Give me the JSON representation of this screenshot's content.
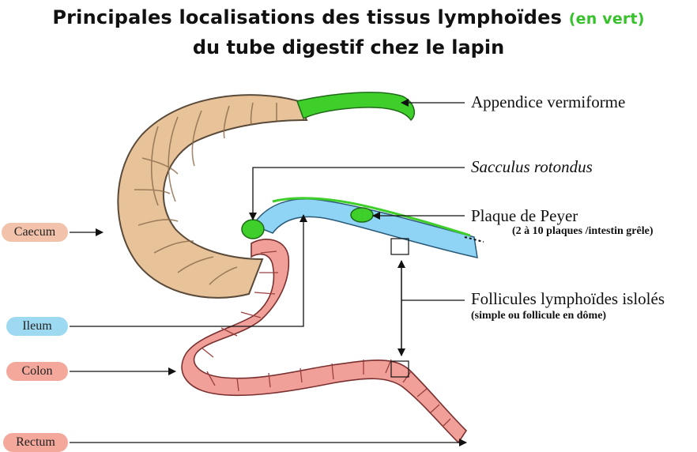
{
  "title": {
    "line1": "Principales localisations des tissus lymphoïdes",
    "line1_green": "(en vert)",
    "line2": "du tube digestif chez le lapin"
  },
  "labels": {
    "appendix": "Appendice vermiforme",
    "sacculus": "Sacculus rotondus",
    "peyer": "Plaque de Peyer",
    "peyer_sub": "(2 à 10 plaques /intestin grêle)",
    "follicles": "Follicules lymphoïdes islolés",
    "follicles_sub": "(simple ou follicule en dôme)"
  },
  "side_labels": {
    "caecum": "Caecum",
    "ileum": "Ileum",
    "colon": "Colon",
    "rectum": "Rectum"
  },
  "colors": {
    "lymphoid": "#3fcf2a",
    "caecum": "#e8c39a",
    "ileum": "#8fd3f5",
    "colon": "#f0a098",
    "caecum_pill": "#f2c2aa",
    "ileum_pill": "#9ed9f2",
    "colon_pill": "#f4a89c",
    "rectum_pill": "#f4a89c"
  }
}
